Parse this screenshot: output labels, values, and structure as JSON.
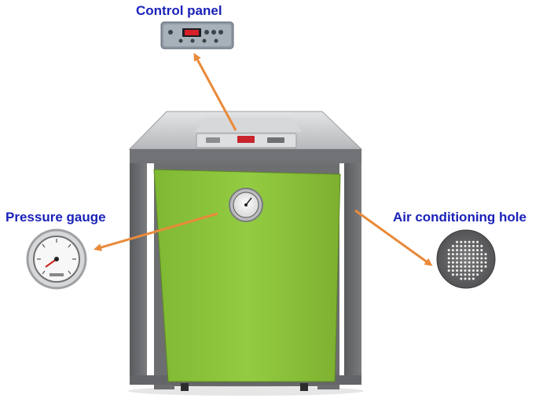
{
  "labels": {
    "control_panel": "Control panel",
    "pressure_gauge": "Pressure gauge",
    "air_conditioning_hole": "Air conditioning hole"
  },
  "colors": {
    "label_text": "#1a22b8",
    "arrow": "#e98a3a",
    "cabinet_green": "#8cc63f",
    "cabinet_frame": "#6d6e70",
    "cabinet_top": "#c9cacc"
  },
  "icons": {
    "control_panel_thumbnail": "control-panel-icon",
    "pressure_gauge_thumbnail": "pressure-gauge-icon",
    "air_hole_thumbnail": "vent-grille-icon"
  }
}
